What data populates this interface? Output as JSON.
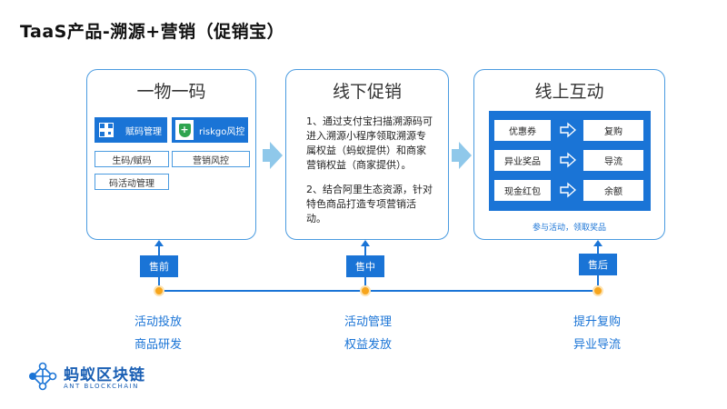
{
  "page": {
    "title": "TaaS产品-溯源+营销（促销宝）"
  },
  "cards": [
    {
      "title": "一物一码",
      "buttons": [
        {
          "label": "赋码管理",
          "icon": "qr-code-icon"
        },
        {
          "label": "riskgo风控",
          "icon": "shield-icon"
        }
      ],
      "items": [
        "生码/赋码",
        "营销风控",
        "码活动管理"
      ]
    },
    {
      "title": "线下促销",
      "paragraphs": [
        "1、通过支付宝扫描溯源码可进入溯源小程序领取溯源专属权益（蚂蚁提供）和商家营销权益（商家提供）。",
        "2、结合阿里生态资源，针对特色商品打造专项营销活动。"
      ]
    },
    {
      "title": "线上互动",
      "rows": [
        {
          "left": "优惠券",
          "right": "复购"
        },
        {
          "left": "异业奖品",
          "right": "导流"
        },
        {
          "left": "现金红包",
          "right": "余额"
        }
      ],
      "note": "参与活动，领取奖品"
    }
  ],
  "timeline": [
    {
      "tag": "售前",
      "lines": [
        "活动投放",
        "商品研发"
      ]
    },
    {
      "tag": "售中",
      "lines": [
        "活动管理",
        "权益发放"
      ]
    },
    {
      "tag": "售后",
      "lines": [
        "提升复购",
        "异业导流"
      ]
    }
  ],
  "logo": {
    "cn": "蚂蚁区块链",
    "en": "ANT BLOCKCHAIN"
  },
  "colors": {
    "primary": "#1a74d6",
    "border": "#4a9be0",
    "chevron": "#8fc8ea",
    "dot": "#f7a51c"
  }
}
